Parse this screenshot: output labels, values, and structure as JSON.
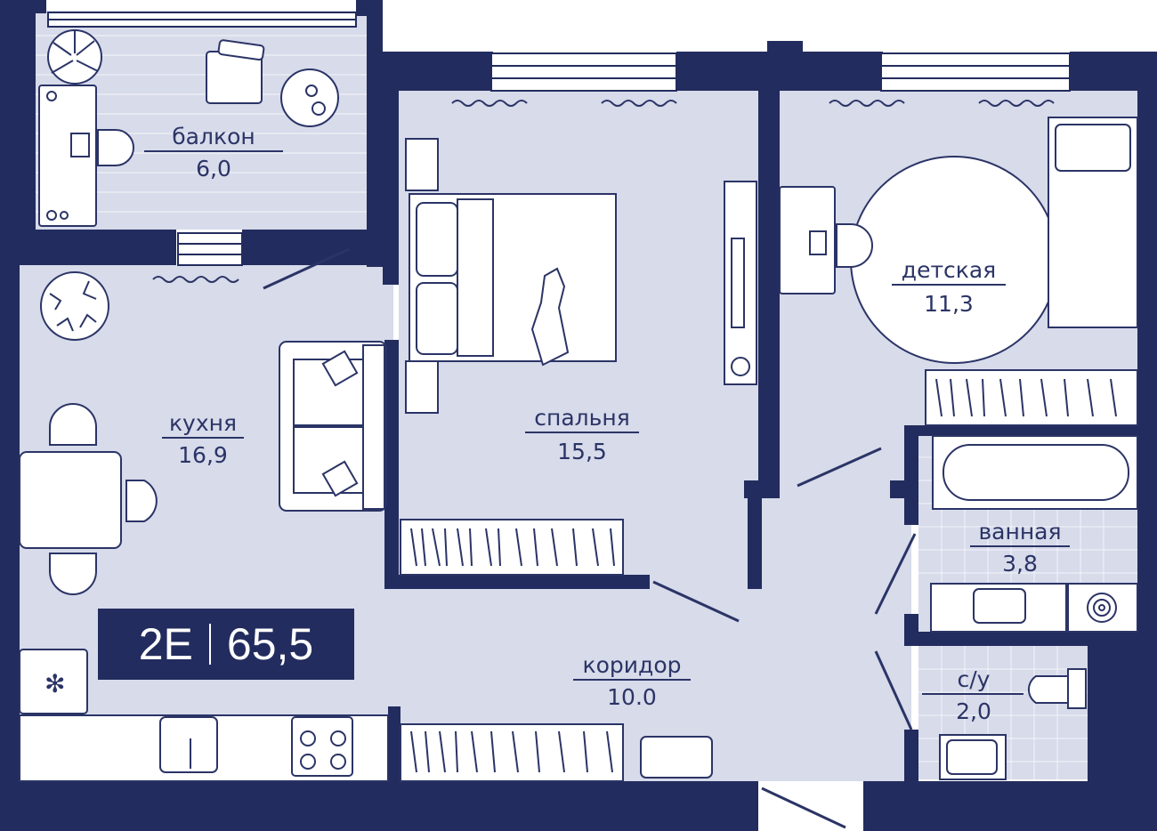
{
  "colors": {
    "wall": "#232c5e",
    "floor": "#d7dbea",
    "line": "#2b3466",
    "furniture": "#ffffff"
  },
  "rooms": [
    {
      "id": "balcony",
      "label": "балкон",
      "area": "6,0"
    },
    {
      "id": "kitchen",
      "label": "кухня",
      "area": "16,9"
    },
    {
      "id": "bedroom",
      "label": "спальня",
      "area": "15,5"
    },
    {
      "id": "kids",
      "label": "детская",
      "area": "11,3"
    },
    {
      "id": "bathroom",
      "label": "ванная",
      "area": "3,8"
    },
    {
      "id": "wc",
      "label": "с/у",
      "area": "2,0"
    },
    {
      "id": "corridor",
      "label": "коридор",
      "area": "10.0"
    }
  ],
  "badge": {
    "type": "2E",
    "total_area": "65,5"
  },
  "icons": [
    "plant-icon",
    "chair-icon",
    "table-icon",
    "desk-icon",
    "bed-icon",
    "sofa-icon",
    "wardrobe-icon",
    "bathtub-icon",
    "sink-icon",
    "toilet-icon",
    "stove-icon",
    "fridge-icon",
    "washing-machine-icon",
    "rug-icon"
  ]
}
